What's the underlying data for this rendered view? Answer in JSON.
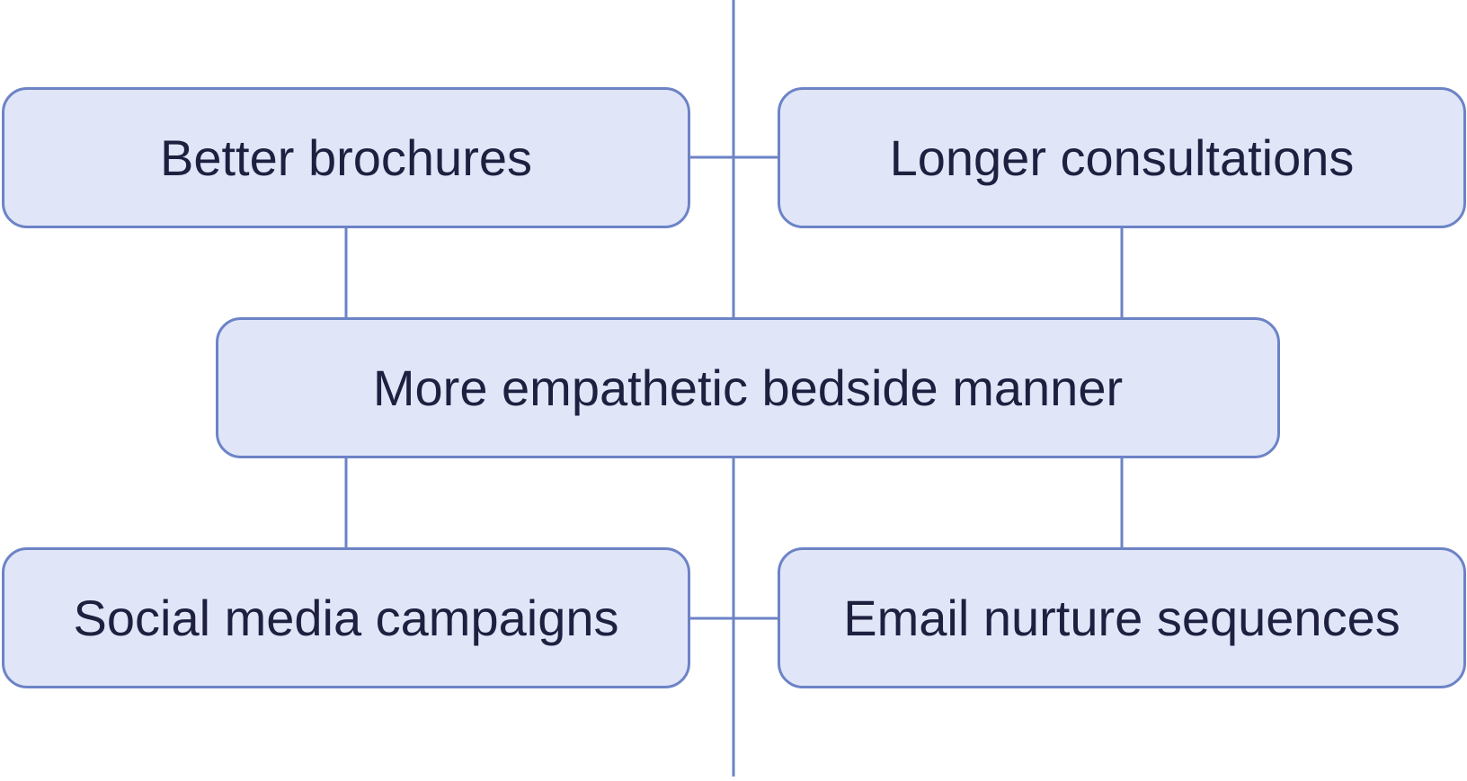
{
  "diagram": {
    "nodes": {
      "top_left": "Better brochures",
      "top_right": "Longer consultations",
      "center": "More empathetic bedside manner",
      "bottom_left": "Social media campaigns",
      "bottom_right": "Email nurture sequences"
    },
    "colors": {
      "node_fill": "#e0e6f8",
      "node_border": "#6c83c6",
      "connector": "#6c83c6",
      "text": "#1f2040"
    }
  }
}
